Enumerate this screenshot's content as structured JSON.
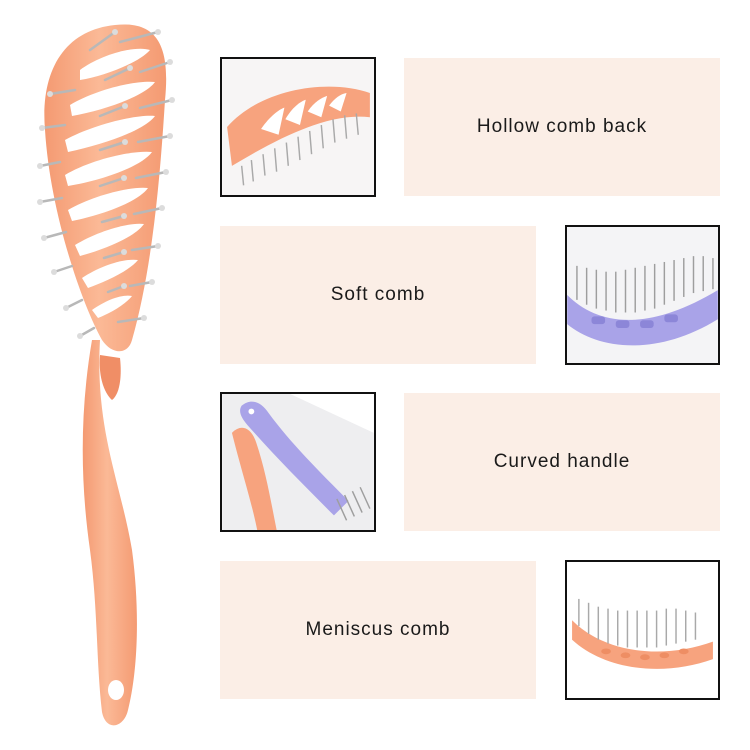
{
  "features": [
    {
      "label": "Hollow comb back",
      "photo_icon": "hollow-back-brush-icon"
    },
    {
      "label": "Soft comb",
      "photo_icon": "soft-bristle-brush-icon"
    },
    {
      "label": "Curved handle",
      "photo_icon": "curved-handle-brush-icon"
    },
    {
      "label": "Meniscus comb",
      "photo_icon": "meniscus-brush-icon"
    }
  ],
  "colors": {
    "brush_orange": "#f8a983",
    "brush_purple": "#a9a3e8",
    "label_bg": "#fbeee6",
    "pin_metal": "#b8b8b8"
  }
}
